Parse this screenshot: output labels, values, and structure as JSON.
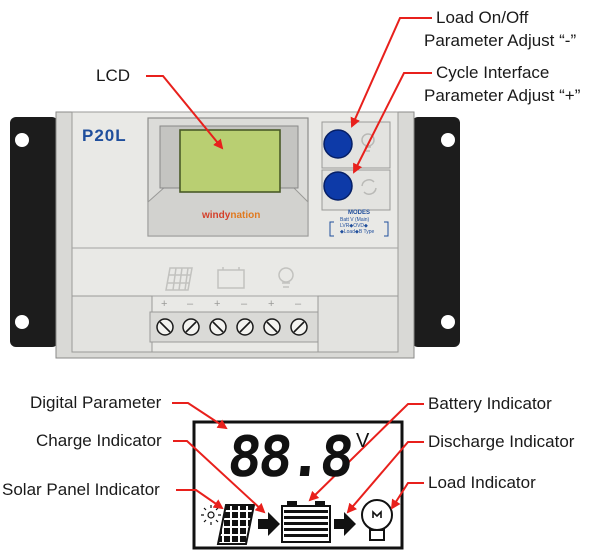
{
  "labels": {
    "lcd": "LCD",
    "load_onoff_1": "Load On/Off",
    "load_onoff_2": "Parameter Adjust “-”",
    "cycle_1": "Cycle Interface",
    "cycle_2": "Parameter Adjust “+”",
    "digital_parameter": "Digital Parameter",
    "battery_indicator": "Battery Indicator",
    "charge_indicator": "Charge Indicator",
    "discharge_indicator": "Discharge Indicator",
    "solar_panel_indicator": "Solar Panel Indicator",
    "load_indicator": "Load Indicator"
  },
  "device": {
    "model": "P20L",
    "brand_prefix": "windy",
    "brand_suffix": "nation",
    "modes_title": "MODES",
    "modes_line1": "Batt V (Main)",
    "modes_line2": "LVR◆OVD◆",
    "modes_line3": "◆Load◆B Type",
    "terminal_signs": [
      "+",
      "–",
      "+",
      "–",
      "+",
      "–"
    ]
  },
  "lcd_display": {
    "digits": "88.8",
    "unit": "V"
  },
  "colors": {
    "arrow": "#e8201c",
    "button": "#0d3aa8",
    "panel": "#e9e9e6",
    "lcd_screen": "#b9cf72",
    "model_text": "#1f4e9c"
  }
}
